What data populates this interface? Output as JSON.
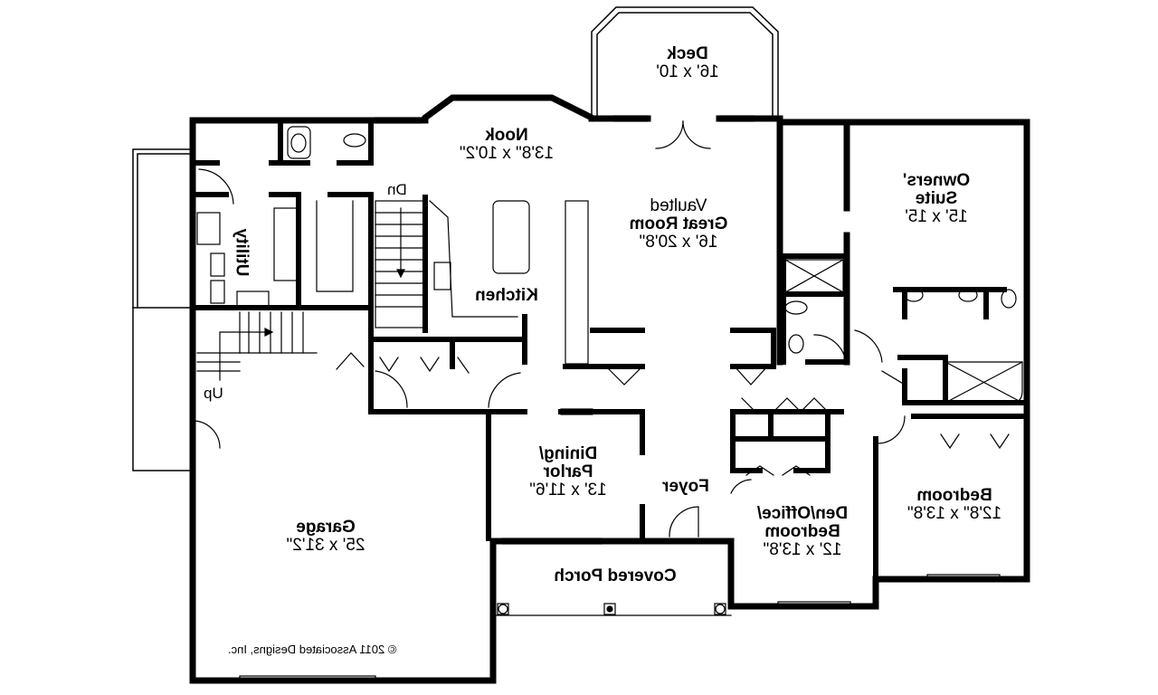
{
  "plan": {
    "orientation": "mirrored",
    "wall_color": "#000000",
    "background": "#ffffff",
    "rooms": [
      {
        "id": "deck",
        "name": "Deck",
        "dims": "16' x 10'"
      },
      {
        "id": "nook",
        "name": "Nook",
        "dims": "13'8\" x 10'2\""
      },
      {
        "id": "great_room",
        "prefix": "Vaulted",
        "name": "Great Room",
        "dims": "16' x 20'8\""
      },
      {
        "id": "owners_suite",
        "name": "Owners'",
        "name2": "Suite",
        "dims": "15' x 15'"
      },
      {
        "id": "kitchen",
        "name": "Kitchen"
      },
      {
        "id": "utility",
        "name": "Utility"
      },
      {
        "id": "dining",
        "name": "Dining/",
        "name2": "Parlor",
        "dims": "13' x 11'6\""
      },
      {
        "id": "foyer",
        "name": "Foyer"
      },
      {
        "id": "den",
        "name": "Den/Office/",
        "name2": "Bedroom",
        "dims": "12' x 13'8\""
      },
      {
        "id": "bedroom",
        "name": "Bedroom",
        "dims": "12'8\" x 13'8\""
      },
      {
        "id": "garage",
        "name": "Garage",
        "dims": "25' x 31'2\""
      },
      {
        "id": "porch",
        "name": "Covered Porch"
      }
    ],
    "stairs": {
      "down_label": "Dn",
      "up_label": "Up"
    },
    "copyright": "© 2011 Associated Designs, Inc."
  }
}
